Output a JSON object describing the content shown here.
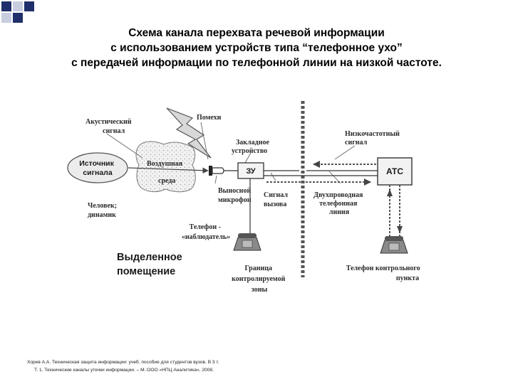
{
  "title": {
    "line1": "Схема канала перехвата речевой информации",
    "line2": "с использованием устройств типа “телефонное ухо”",
    "line3": "с передачей информации по телефонной линии на низкой частоте."
  },
  "diagram": {
    "acoustic_signal": [
      "Акустический",
      "сигнал"
    ],
    "interference": "Помехи",
    "source": [
      "Источник",
      "сигнала"
    ],
    "air": [
      "Воздушная",
      "среда"
    ],
    "bug_device": [
      "Закладное",
      "устройство"
    ],
    "zu": "ЗУ",
    "microphone": [
      "Выносной",
      "микрофон"
    ],
    "call_signal": [
      "Сигнал",
      "вызова"
    ],
    "low_freq_signal": [
      "Низкочастотный",
      "сигнал"
    ],
    "two_wire_line": [
      "Двухпроводная",
      "телефонная",
      "линия"
    ],
    "ats": "АТС",
    "human": [
      "Человек;",
      "динамик"
    ],
    "observer_phone": [
      "Телефон -",
      "«наблюдатель»"
    ],
    "room": [
      "Выделенное",
      "помещение"
    ],
    "boundary": [
      "Граница",
      "контролируемой",
      "зоны"
    ],
    "control_phone": [
      "Телефон контрольного",
      "пункта"
    ]
  },
  "footer": {
    "line1": "Хорев А.А. Техническая защита информации: учеб. пособие для студентов вузов. В 3 т.",
    "line2": "Т. 1. Технические каналы утечки информации. – М.:ООО «НПЦ Аналитика», 2008."
  },
  "colors": {
    "corner_dark": "#1f2f6b",
    "corner_light": "#c8cde0"
  }
}
